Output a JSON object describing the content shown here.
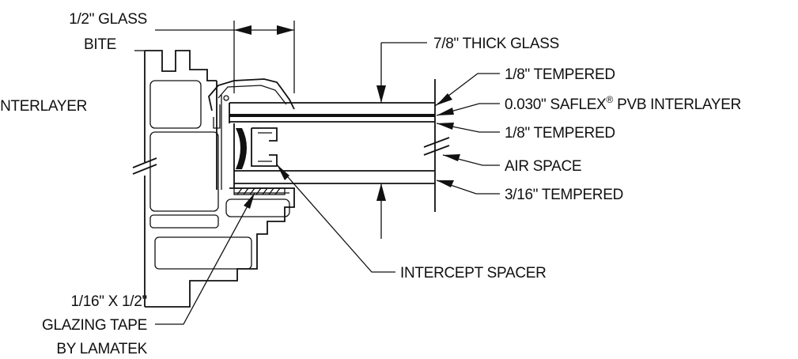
{
  "labels": {
    "glass_bite_line1": "1/2\" GLASS",
    "glass_bite_line2": "BITE",
    "interlayer_cut": "INTERLAYER",
    "thick_glass": "7/8\" THICK GLASS",
    "tempered_top": "1/8\" TEMPERED",
    "saflex_pre": "0.030\" SAFLEX",
    "saflex_mark": "®",
    "saflex_post": " PVB INTERLAYER",
    "tempered_mid": "1/8\" TEMPERED",
    "air_space": "AIR SPACE",
    "tempered_bottom": "3/16\" TEMPERED",
    "spacer": "INTERCEPT SPACER",
    "tape_line1": "1/16\" X 1/2\"",
    "tape_line2": "GLAZING TAPE",
    "tape_line3": "BY LAMATEK"
  },
  "colors": {
    "ink": "#111111",
    "paper": "#ffffff"
  }
}
